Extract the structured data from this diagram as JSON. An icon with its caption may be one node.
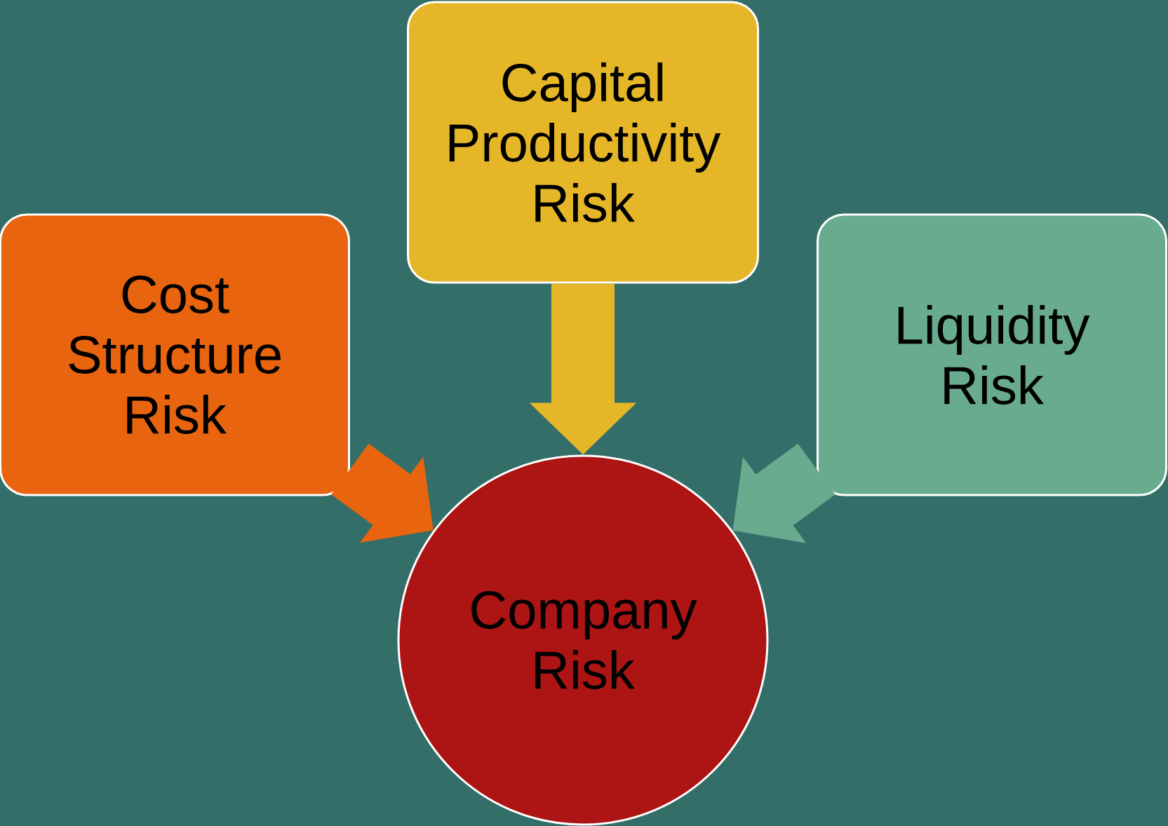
{
  "diagram": {
    "nodes": [
      {
        "text": [
          "Capital Productivity Risk"
        ]
      },
      {
        "text": [
          "Cost Structure Risk"
        ]
      },
      {
        "text": [
          "Liquidity Risk"
        ]
      },
      {
        "text": [
          "Company Risk"
        ]
      }
    ],
    "edges": [
      {
        "from": 0,
        "to": 3,
        "arrow": "to",
        "color": "#e5b728"
      },
      {
        "from": 1,
        "to": 3,
        "arrow": "to",
        "color": "#e8640f"
      },
      {
        "from": 2,
        "to": 3,
        "arrow": "to",
        "color": "#69ab8e"
      }
    ]
  }
}
